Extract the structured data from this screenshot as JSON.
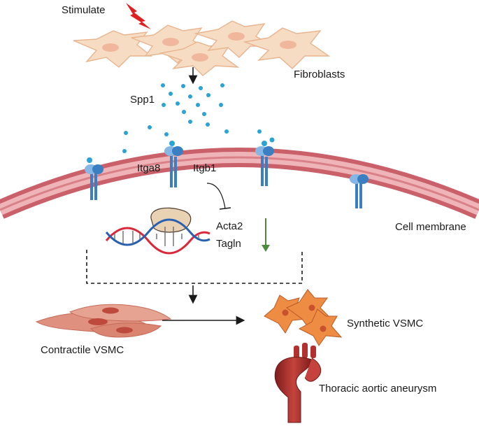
{
  "labels": {
    "stimulate": "Stimulate",
    "fibroblasts": "Fibroblasts",
    "spp1": "Spp1",
    "itga8": "Itga8",
    "itgb1": "Itgb1",
    "acta2": "Acta2",
    "tagln": "Tagln",
    "cell_membrane": "Cell membrane",
    "contractile_vsmc": "Contractile VSMC",
    "synthetic_vsmc": "Synthetic VSMC",
    "thoracic_aortic_aneurysm": "Thoracic aortic aneurysm"
  },
  "colors": {
    "fibroblast_fill": "#f7dcc4",
    "fibroblast_stroke": "#e8b48e",
    "fibroblast_nucleus": "#f0b79c",
    "lightning": "#e02020",
    "spp1_dot": "#2ba3d4",
    "membrane_outer": "#c9606a",
    "membrane_inner": "#efb4b8",
    "receptor_blue": "#3a7fc2",
    "receptor_light": "#86b6e4",
    "dna_red": "#d8283a",
    "dna_blue": "#2960b0",
    "transcription_factor": "#e9d1b3",
    "down_arrow_green": "#4a8a3a",
    "contractile_fill": "#e0907e",
    "contractile_nucleus": "#bd4a3c",
    "synthetic_fill": "#ef8c44",
    "synthetic_nucleus": "#c8522e",
    "aorta_red": "#b3302e"
  }
}
